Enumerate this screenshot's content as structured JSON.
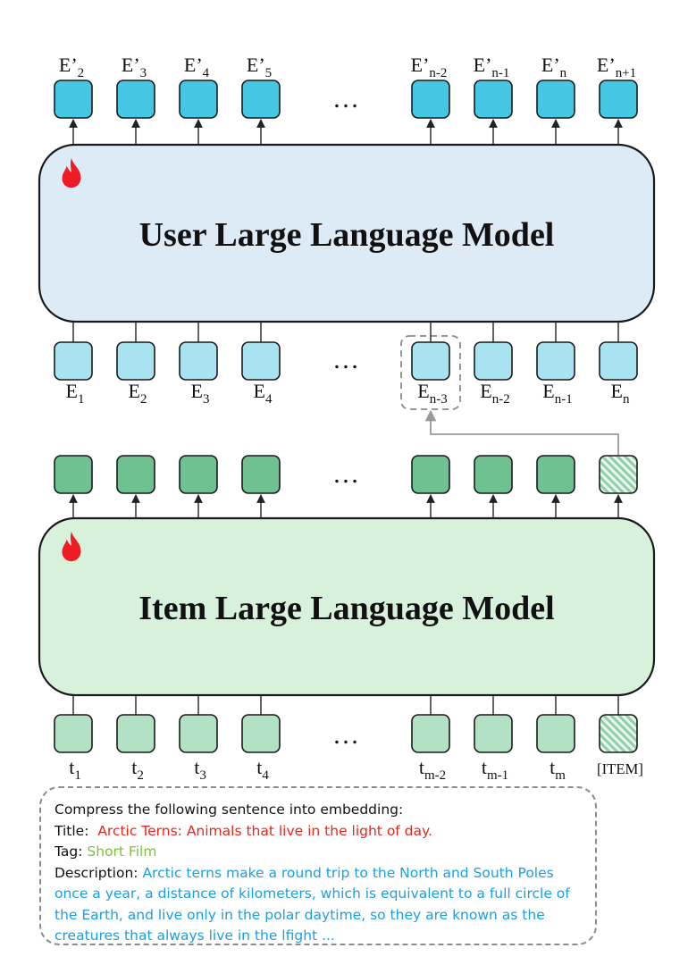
{
  "user_model": {
    "title": "User Large Language Model",
    "fill_color": "#dcebf6",
    "output_labels": [
      "E’2",
      "E’3",
      "E’4",
      "E’5",
      "E’n-2",
      "E’n-1",
      "E’n",
      "E’n+1"
    ],
    "output_color": "#45c6e2",
    "input_labels": [
      "E1",
      "E2",
      "E3",
      "E4",
      "En-3",
      "En-2",
      "En-1",
      "En"
    ],
    "input_color": "#a9e3f2",
    "ellipsis": "…"
  },
  "item_model": {
    "title": "Item Large Language Model",
    "fill_color": "#d8f1db",
    "output_color": "#6fc191",
    "input_labels": [
      "t1",
      "t2",
      "t3",
      "t4",
      "tm-2",
      "tm-1",
      "tm",
      "[ITEM]"
    ],
    "input_color": "#b3e1c3",
    "ellipsis": "…"
  },
  "flame_icon": "flame-icon",
  "prompt": {
    "instruction": "Compress the following sentence into embedding:",
    "title_label": "Title:",
    "title_value": "Arctic Terns: Animals that live in the light of day.",
    "title_color": "#e8261c",
    "tag_label": "Tag:",
    "tag_value": "Short Film",
    "tag_color": "#7dc142",
    "description_label": "Description:",
    "description_value": "Arctic terns make a round trip to the North and South Poles once a year, a distance of kilometers, which is equivalent to a full circle of the Earth, and live only in the polar daytime, so they are known as the creatures that always live in the lfight ...",
    "description_color": "#1a9fe0"
  }
}
